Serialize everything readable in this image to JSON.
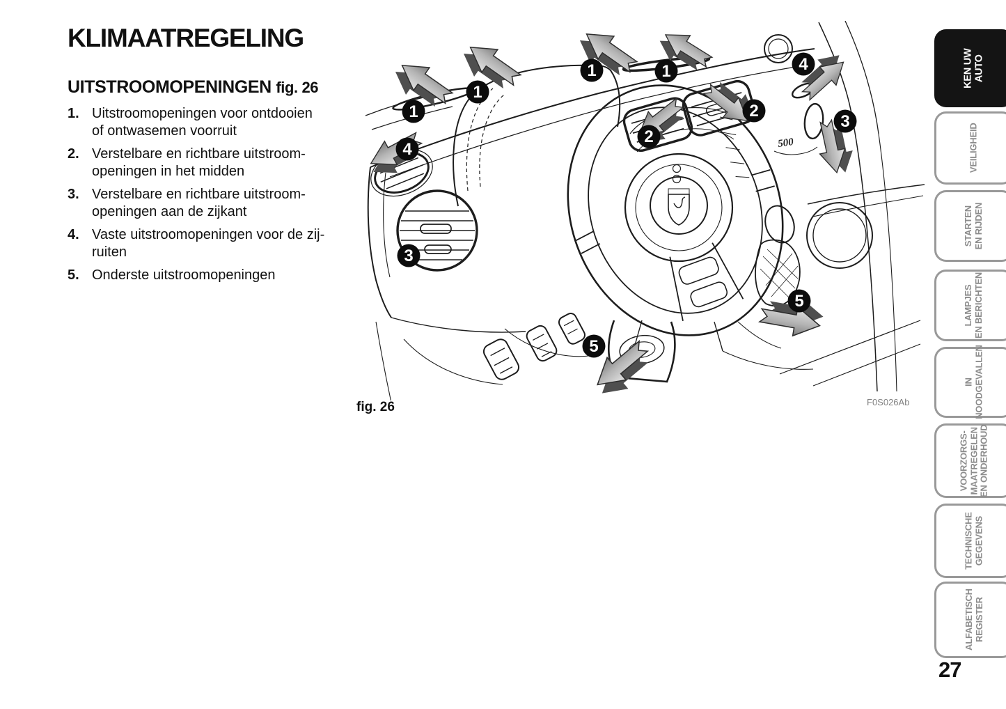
{
  "page": {
    "number": "27"
  },
  "content": {
    "title": "KLIMAATREGELING",
    "section": {
      "heading": "UITSTROOMOPENINGEN",
      "fig_ref": "fig. 26"
    },
    "list": [
      {
        "num": "1.",
        "text": "Uitstroomopeningen voor ontdooien\nof ontwasemen voorruit"
      },
      {
        "num": "2.",
        "text": "Verstelbare en richtbare uitstroom-\nopeningen in het midden"
      },
      {
        "num": "3.",
        "text": "Verstelbare en richtbare uitstroom-\nopeningen aan de zijkant"
      },
      {
        "num": "4.",
        "text": "Vaste uitstroomopeningen voor de zij-\nruiten"
      },
      {
        "num": "5.",
        "text": "Onderste uitstroomopeningen"
      }
    ]
  },
  "figure": {
    "caption": "fig. 26",
    "code": "F0S026Ab",
    "brand_logo_text": "500",
    "callout_labels": [
      "1",
      "1",
      "1",
      "1",
      "2",
      "2",
      "3",
      "3",
      "4",
      "4",
      "5",
      "5"
    ]
  },
  "sidebar": {
    "tabs": [
      {
        "label": "KEN UW\nAUTO",
        "active": true
      },
      {
        "label": "VEILIGHEID",
        "active": false
      },
      {
        "label": "STARTEN\nEN RIJDEN",
        "active": false
      },
      {
        "label": "LAMPJES\nEN BERICHTEN",
        "active": false
      },
      {
        "label": "IN\nNOODGEVALLEN",
        "active": false
      },
      {
        "label": "VOORZORGS-\nMAATREGELEN\nEN ONDERHOUD",
        "active": false
      },
      {
        "label": "TECHNISCHE\nGEGEVENS",
        "active": false
      },
      {
        "label": "ALFABETISCH\nREGISTER",
        "active": false
      }
    ]
  },
  "colors": {
    "text": "#111111",
    "tab_active_bg": "#141414",
    "tab_border": "#999999",
    "tab_text": "#8c8c8c",
    "figure_code_text": "#808080",
    "arrow_dark": "#4f4f4f"
  }
}
